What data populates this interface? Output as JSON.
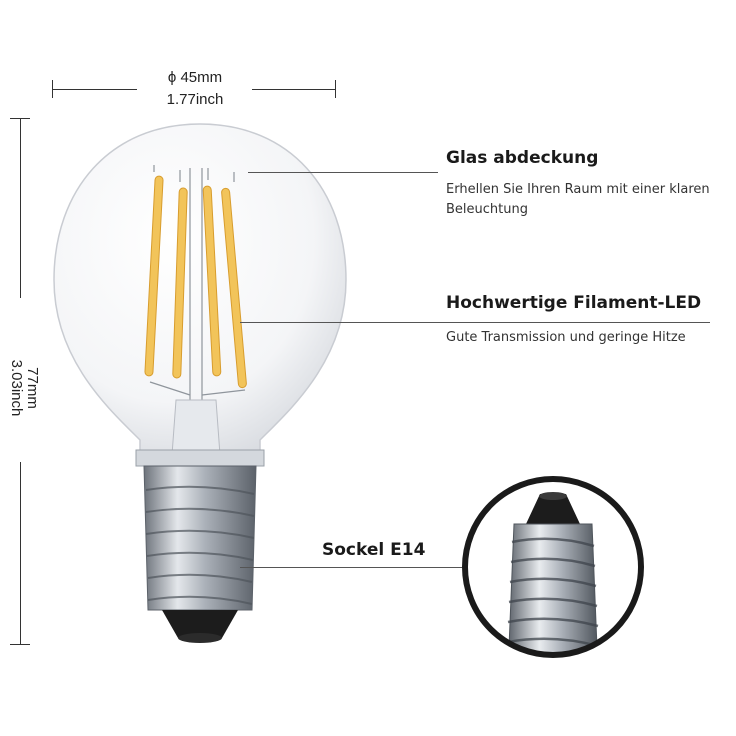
{
  "dimensions": {
    "width_mm": "ϕ 45mm",
    "width_inch": "1.77inch",
    "height_mm": "77mm",
    "height_inch": "3.03inch"
  },
  "callouts": [
    {
      "title": "Glas abdeckung",
      "description": "Erhellen Sie Ihren Raum mit einer klaren Beleuchtung"
    },
    {
      "title": "Hochwertige Filament-LED",
      "description": "Gute Transmission und geringe Hitze"
    },
    {
      "title": "Sockel E14",
      "description": ""
    }
  ],
  "colors": {
    "filament": "#f2c45a",
    "glass_edge": "#c9ccd2",
    "socket": "#9aa0a8",
    "tip": "#1c1c1c"
  }
}
